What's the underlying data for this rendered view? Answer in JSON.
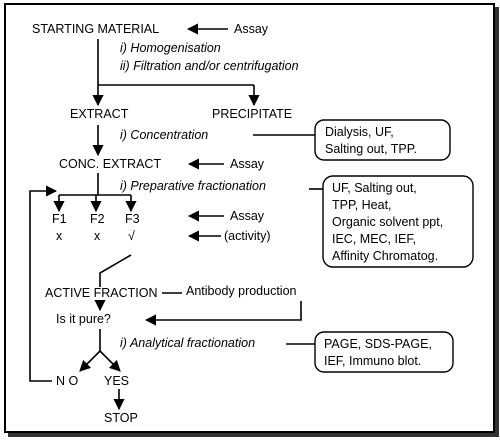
{
  "flow": {
    "starting_material": "STARTING MATERIAL",
    "assay_1": "Assay",
    "step_homogenisation": "i)  Homogenisation",
    "step_filtration": "ii)  Filtration and/or  centrifugation",
    "extract": "EXTRACT",
    "precipitate": "PRECIPITATE",
    "step_concentration": "i)   Concentration",
    "conc_extract": "CONC. EXTRACT",
    "assay_2": "Assay",
    "step_prep_fractionation": "i)   Preparative fractionation",
    "fractions": [
      "F1",
      "F2",
      "F3"
    ],
    "fraction_marks": [
      "x",
      "x",
      "√"
    ],
    "assay_3": "Assay",
    "activity": "(activity)",
    "active_fraction": "ACTIVE FRACTION",
    "antibody_production": "Antibody production",
    "is_it_pure": "Is it pure?",
    "step_analytical_fractionation": "i)  Analytical fractionation",
    "no": "N O",
    "yes": "YES",
    "stop": "STOP"
  },
  "boxes": {
    "concentration_methods": [
      "Dialysis,  UF,",
      "Salting out,  TPP."
    ],
    "preparative_methods": [
      "UF,  Salting out,",
      "TPP,  Heat,",
      "Organic solvent ppt,",
      "IEC,  MEC,  IEF,",
      "Affinity  Chromatog."
    ],
    "analytical_methods": [
      "PAGE,  SDS-PAGE,",
      "IEF,  Immuno blot."
    ]
  }
}
